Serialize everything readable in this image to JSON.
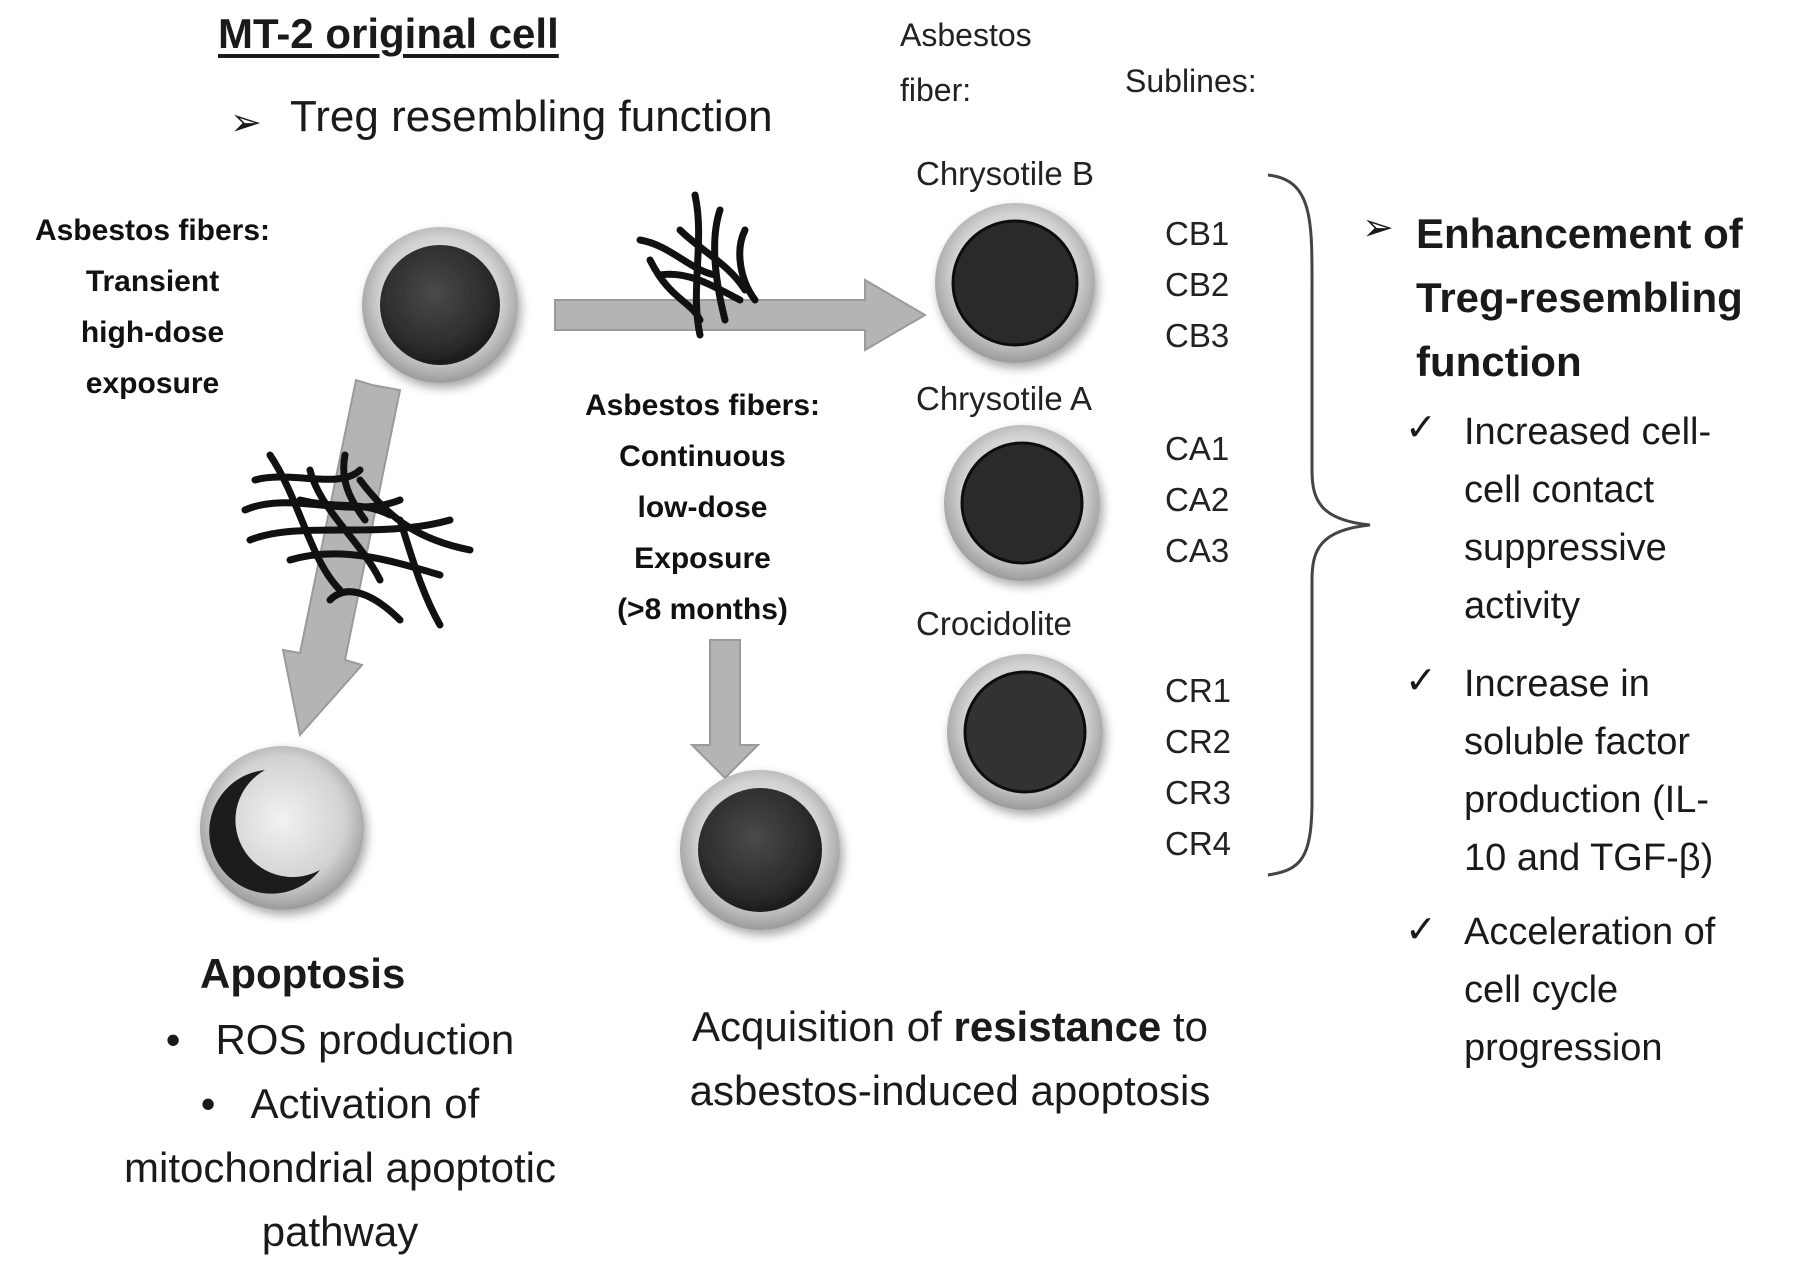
{
  "header": {
    "title": "MT-2 original cell",
    "subtitle": "Treg resembling function"
  },
  "columns": {
    "asbestos_fiber_label": [
      "Asbestos",
      "fiber:"
    ],
    "sublines_label": "Sublines:"
  },
  "left_exposure": {
    "lines": [
      "Asbestos fibers:",
      "Transient",
      "high-dose",
      "exposure"
    ]
  },
  "center_exposure": {
    "lines": [
      "Asbestos fibers:",
      "Continuous",
      "low-dose",
      "Exposure",
      "(>8 months)"
    ]
  },
  "fiber_groups": [
    {
      "name": "Chrysotile B",
      "sublines": [
        "CB1",
        "CB2",
        "CB3"
      ]
    },
    {
      "name": "Chrysotile A",
      "sublines": [
        "CA1",
        "CA2",
        "CA3"
      ]
    },
    {
      "name": "Crocidolite",
      "sublines": [
        "CR1",
        "CR2",
        "CR3",
        "CR4"
      ]
    }
  ],
  "apoptosis": {
    "title": "Apoptosis",
    "bullets": [
      "ROS production",
      "Activation of",
      "mitochondrial apoptotic",
      "pathway"
    ]
  },
  "resistance": {
    "prefix": "Acquisition of ",
    "bold": "resistance",
    "suffix": " to",
    "line2": "asbestos-induced apoptosis"
  },
  "enhancement": {
    "title_lines": [
      "Enhancement of",
      "Treg-resembling",
      "function"
    ],
    "items": [
      {
        "lines": [
          "Increased cell-",
          "cell contact",
          "suppressive",
          "activity"
        ]
      },
      {
        "lines": [
          "Increase in",
          "soluble factor",
          "production (IL-",
          "10 and TGF-β)"
        ]
      },
      {
        "lines": [
          "Acceleration of",
          "cell cycle",
          "progression"
        ]
      }
    ]
  },
  "icons": {
    "bullet_arrow": "arrowhead-bullet-icon",
    "check": "check-icon",
    "cell": "cell-icon",
    "apoptotic_cell": "apoptotic-cell-icon",
    "fibers": "asbestos-fiber-icon"
  },
  "colors": {
    "arrow": "#b4b4b4",
    "cell_dark": "#2e2e2e",
    "cell_ring": "#cfcfcf",
    "text": "#1a1a1a"
  }
}
